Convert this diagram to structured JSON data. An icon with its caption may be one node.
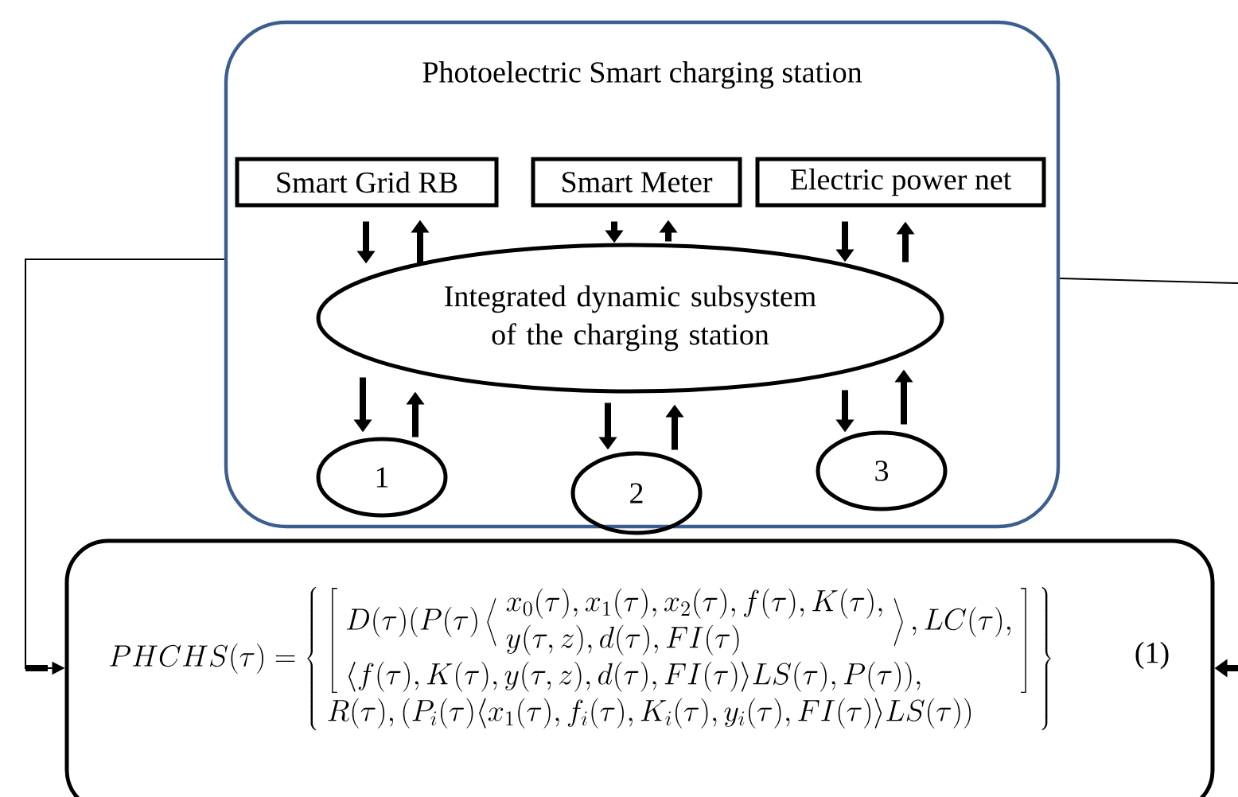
{
  "diagram": {
    "nodes": [
      {
        "text": [
          "Photoelectric Smart charging station"
        ]
      },
      {
        "text": [
          "Smart Grid RB"
        ],
        "in": 0
      },
      {
        "text": [
          "Smart Meter"
        ],
        "in": 0
      },
      {
        "text": [
          "Electric power net"
        ],
        "in": 0
      },
      {
        "text": [
          "Integrated dynamic subsystem of the charging station"
        ],
        "in": 0
      },
      {
        "text": [
          "1"
        ],
        "in": 0
      },
      {
        "text": [
          "2"
        ],
        "in": 0
      },
      {
        "text": [
          "3"
        ],
        "in": 0
      },
      {
        "text": [
          "PHCHS(\\tau)=\\left\\{\\begin{array}{l}\\left[\\begin{array}{l}D(\\tau)(P(\\tau)\\left\\langle\\begin{array}{l}x_0(\\tau),x_1(\\tau),x_2(\\tau),f(\\tau),K(\\tau),\\\\ y(\\tau,z),d(\\tau),FI(\\tau)\\end{array}\\right\\rangle,LC(\\tau),\\\\ \\langle f(\\tau),K(\\tau),y(\\tau,z),d(\\tau),FI(\\tau)\\rangle LS(\\tau),P(\\tau)),\\end{array}\\right]\\\\ R(\\tau),(P_i(\\tau)\\langle x_1(\\tau),f_i(\\tau),K_i(\\tau),y_i(\\tau),FI(\\tau)\\rangle LS(\\tau))\\end{array}\\right\\}",
          "(1)"
        ]
      }
    ],
    "edges": [
      {
        "from": 1,
        "to": 4,
        "arrow": "to"
      },
      {
        "from": 4,
        "to": 1,
        "arrow": "to"
      },
      {
        "from": 2,
        "to": 4,
        "arrow": "to"
      },
      {
        "from": 4,
        "to": 2,
        "arrow": "to"
      },
      {
        "from": 3,
        "to": 4,
        "arrow": "to"
      },
      {
        "from": 4,
        "to": 3,
        "arrow": "to"
      },
      {
        "from": 4,
        "to": 5,
        "arrow": "to"
      },
      {
        "from": 5,
        "to": 4,
        "arrow": "to"
      },
      {
        "from": 4,
        "to": 6,
        "arrow": "to"
      },
      {
        "from": 6,
        "to": 4,
        "arrow": "to"
      },
      {
        "from": 4,
        "to": 7,
        "arrow": "to"
      },
      {
        "from": 7,
        "to": 4,
        "arrow": "to"
      },
      {
        "from": 0,
        "to": 8,
        "arrow": "to"
      },
      {
        "from": 0,
        "to": null,
        "arrow": "none"
      },
      {
        "from": null,
        "to": 8,
        "arrow": "to"
      }
    ]
  }
}
